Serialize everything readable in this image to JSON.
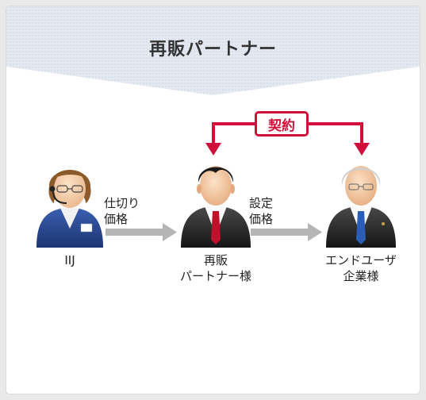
{
  "title": "再販パートナー",
  "contract_label": "契約",
  "nodes": [
    {
      "label": "IIJ"
    },
    {
      "label": "再販\nパートナー様"
    },
    {
      "label": "エンドユーザ\n企業様"
    }
  ],
  "edges": [
    {
      "label": "仕切り\n価格"
    },
    {
      "label": "設定\n価格"
    }
  ],
  "colors": {
    "accent": "#d0103a",
    "arrow_gray": "#b5b5b5",
    "banner": "#dde3ed"
  }
}
